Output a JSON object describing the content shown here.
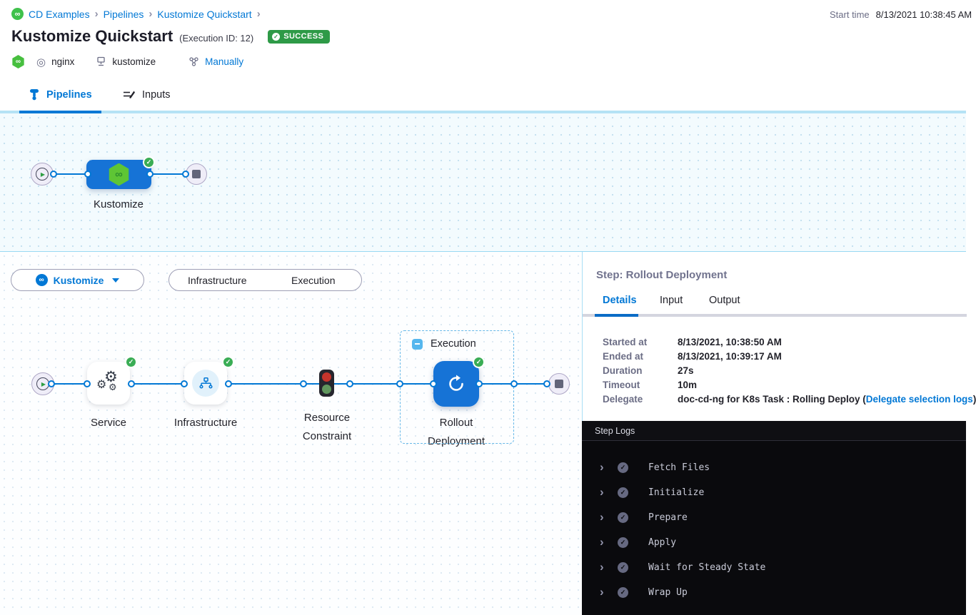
{
  "icons": {
    "infinity": "∞",
    "check": "✓",
    "play": "▶",
    "gear": "⚙",
    "chevron_right": "›",
    "breadcrumb_sep": "›",
    "ring": "◎"
  },
  "header": {
    "breadcrumb": [
      "CD Examples",
      "Pipelines",
      "Kustomize Quickstart"
    ],
    "title": "Kustomize Quickstart",
    "execution_id": "(Execution ID: 12)",
    "status_badge": "SUCCESS",
    "service_tag": "nginx",
    "environment_tag": "kustomize",
    "trigger_label": "Manually",
    "start_time_label": "Start time",
    "start_time_value": "8/13/2021 10:38:45 AM"
  },
  "main_tabs": {
    "pipelines": "Pipelines",
    "inputs": "Inputs"
  },
  "stage_graph": {
    "stage_label": "Kustomize"
  },
  "stage_toolbar": {
    "stage_selector": "Kustomize",
    "toggle_infrastructure": "Infrastructure",
    "toggle_execution": "Execution"
  },
  "execution_graph": {
    "group_label": "Execution",
    "nodes": [
      {
        "label": "Service"
      },
      {
        "label": "Infrastructure"
      },
      {
        "label": "Resource Constraint"
      },
      {
        "label": "Rollout Deployment"
      }
    ]
  },
  "step_panel": {
    "title": "Step: Rollout Deployment",
    "tabs": [
      "Details",
      "Input",
      "Output"
    ],
    "details": [
      {
        "label": "Started at",
        "value": "8/13/2021, 10:38:50 AM"
      },
      {
        "label": "Ended at",
        "value": "8/13/2021, 10:39:17 AM"
      },
      {
        "label": "Duration",
        "value": "27s"
      },
      {
        "label": "Timeout",
        "value": "10m"
      },
      {
        "label": "Delegate",
        "value_prefix": "doc-cd-ng for K8s Task : Rolling Deploy (",
        "link": "Delegate selection logs",
        "value_suffix": ")"
      }
    ]
  },
  "step_logs": {
    "title": "Step Logs",
    "sections": [
      "Fetch Files",
      "Initialize",
      "Prepare",
      "Apply",
      "Wait for Steady State",
      "Wrap Up"
    ]
  },
  "colors": {
    "accent_blue": "#0278d5",
    "node_blue": "#1673d6",
    "success_green": "#2e9a47",
    "check_green": "#3aad55",
    "log_bg": "#0a0a0d"
  }
}
